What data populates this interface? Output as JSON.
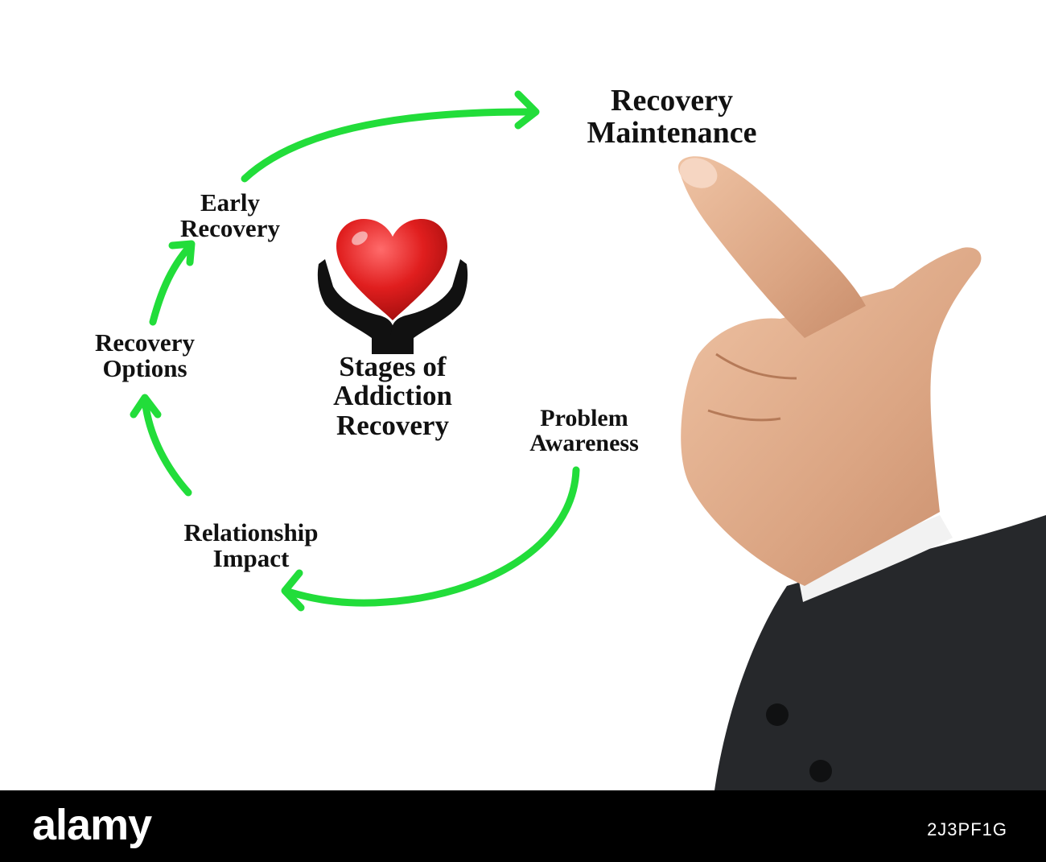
{
  "diagram": {
    "center_title": [
      "Stages of",
      "Addiction",
      "Recovery"
    ],
    "stages": {
      "problem_awareness": [
        "Problem",
        "Awareness"
      ],
      "relationship_impact": [
        "Relationship",
        "Impact"
      ],
      "recovery_options": [
        "Recovery",
        "Options"
      ],
      "early_recovery": [
        "Early",
        "Recovery"
      ],
      "recovery_maintenance": [
        "Recovery",
        "Maintenance"
      ]
    },
    "colors": {
      "arrow": "#22dd3a",
      "heart": "#e01e1e",
      "hands": "#111111",
      "sleeve": "#26282b",
      "skin": "#e2b08f"
    },
    "icon": "heart-in-hands-icon"
  },
  "footer": {
    "logo": "alamy",
    "image_code": "2J3PF1G"
  }
}
